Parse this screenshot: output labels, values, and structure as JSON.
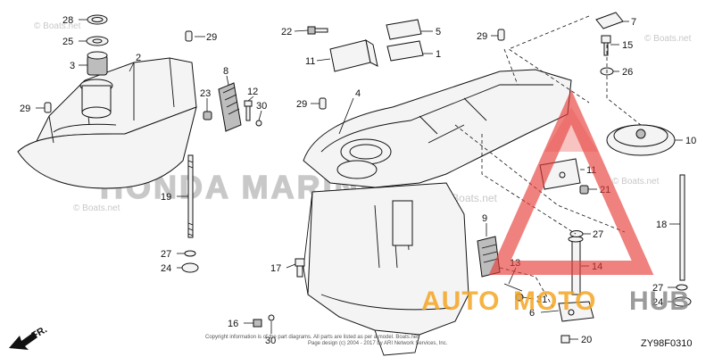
{
  "diagram": {
    "code": "ZY98F0310",
    "direction_label": "FR.",
    "watermark": "© Boats.net",
    "watermark_center": "HONDA MARINE",
    "brand_overlay": {
      "auto": "AUTO",
      "moto": "MOTO",
      "hub": "HUB",
      "color_red": "#e53935",
      "color_orange": "#f5a623",
      "color_gray": "#8a8a8a"
    },
    "footer_line1": "Copyright information is of the part diagrams. All parts are listed as per a model. Boats.net",
    "footer_line2": "Page design (c) 2004 - 2017 by ARI Network Services, Inc.",
    "callouts": [
      "28",
      "25",
      "3",
      "2",
      "29",
      "29",
      "8",
      "23",
      "12",
      "30",
      "22",
      "11",
      "5",
      "1",
      "29",
      "4",
      "29",
      "7",
      "15",
      "26",
      "10",
      "11",
      "21",
      "9",
      "27",
      "18",
      "19",
      "27",
      "24",
      "17",
      "13",
      "14",
      "31",
      "6",
      "27",
      "24",
      "16",
      "30",
      "20"
    ]
  }
}
